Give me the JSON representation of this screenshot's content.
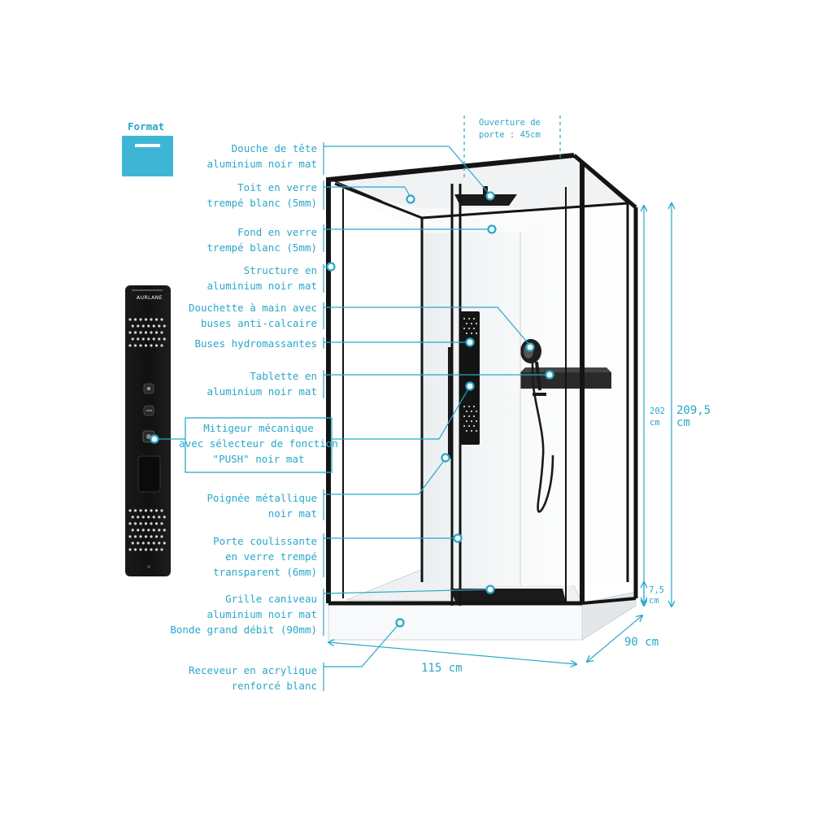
{
  "colors": {
    "accent": "#2aa7c9",
    "frame": "#151515",
    "glass": "#eef1f3",
    "tray": "#f6f7f8"
  },
  "format": {
    "title": "Format",
    "icon": "rectangle-format-icon"
  },
  "panel": {
    "brand": "AURLANE"
  },
  "door_opening": {
    "line1": "Ouverture de",
    "line2": "porte : 45cm"
  },
  "labels": {
    "douche_tete": [
      "Douche de tête",
      "aluminium noir mat"
    ],
    "toit": [
      "Toit en verre",
      "trempé blanc (5mm)"
    ],
    "fond": [
      "Fond en verre",
      "trempé blanc (5mm)"
    ],
    "structure": [
      "Structure en",
      "aluminium noir mat"
    ],
    "douchette": [
      "Douchette à main avec",
      "buses anti-calcaire"
    ],
    "buses": [
      "Buses hydromassantes"
    ],
    "tablette": [
      "Tablette en",
      "aluminium noir mat"
    ],
    "mitigeur": [
      "Mitigeur mécanique",
      "avec sélecteur de fonction",
      "\"PUSH\" noir mat"
    ],
    "poignee": [
      "Poignée métallique",
      "noir mat"
    ],
    "porte": [
      "Porte coulissante",
      "en verre trempé",
      "transparent (6mm)"
    ],
    "grille": [
      "Grille caniveau",
      "aluminium noir mat",
      "Bonde grand débit (90mm)"
    ],
    "receveur": [
      "Receveur en acrylique",
      "renforcé blanc"
    ]
  },
  "dimensions": {
    "height_inner": [
      "202",
      "cm"
    ],
    "height_total": [
      "209,5",
      "cm"
    ],
    "tray_height": [
      "7,5",
      "cm"
    ],
    "depth": "90 cm",
    "width": "115 cm"
  }
}
